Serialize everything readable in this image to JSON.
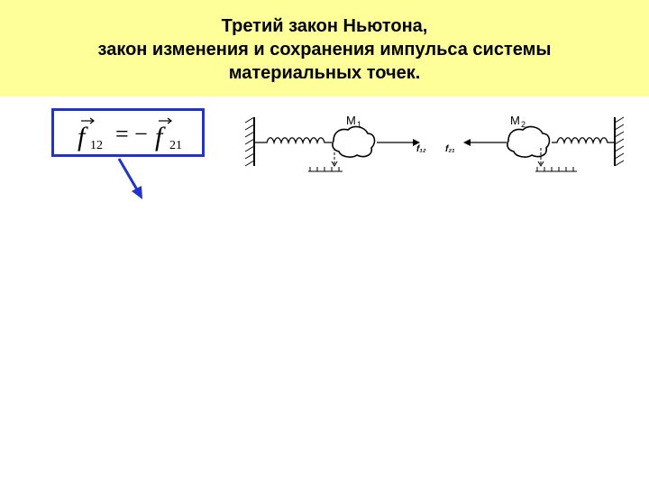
{
  "slide": {
    "title_lines": [
      "Третий закон Ньютона,",
      "закон изменения и сохранения импульса системы",
      "материальных точек."
    ]
  },
  "formula": {
    "lhs_symbol": "f",
    "lhs_index": "12",
    "operator": "= −",
    "rhs_symbol": "f",
    "rhs_index": "21"
  },
  "diagram": {
    "mass1_label": "M",
    "mass1_index": "1",
    "mass2_label": "M",
    "mass2_index": "2",
    "force12_label": "f₁₂",
    "force21_label": "f₂₁"
  },
  "colors": {
    "title_background": "#ffff99",
    "accent_blue": "#2233cc"
  }
}
